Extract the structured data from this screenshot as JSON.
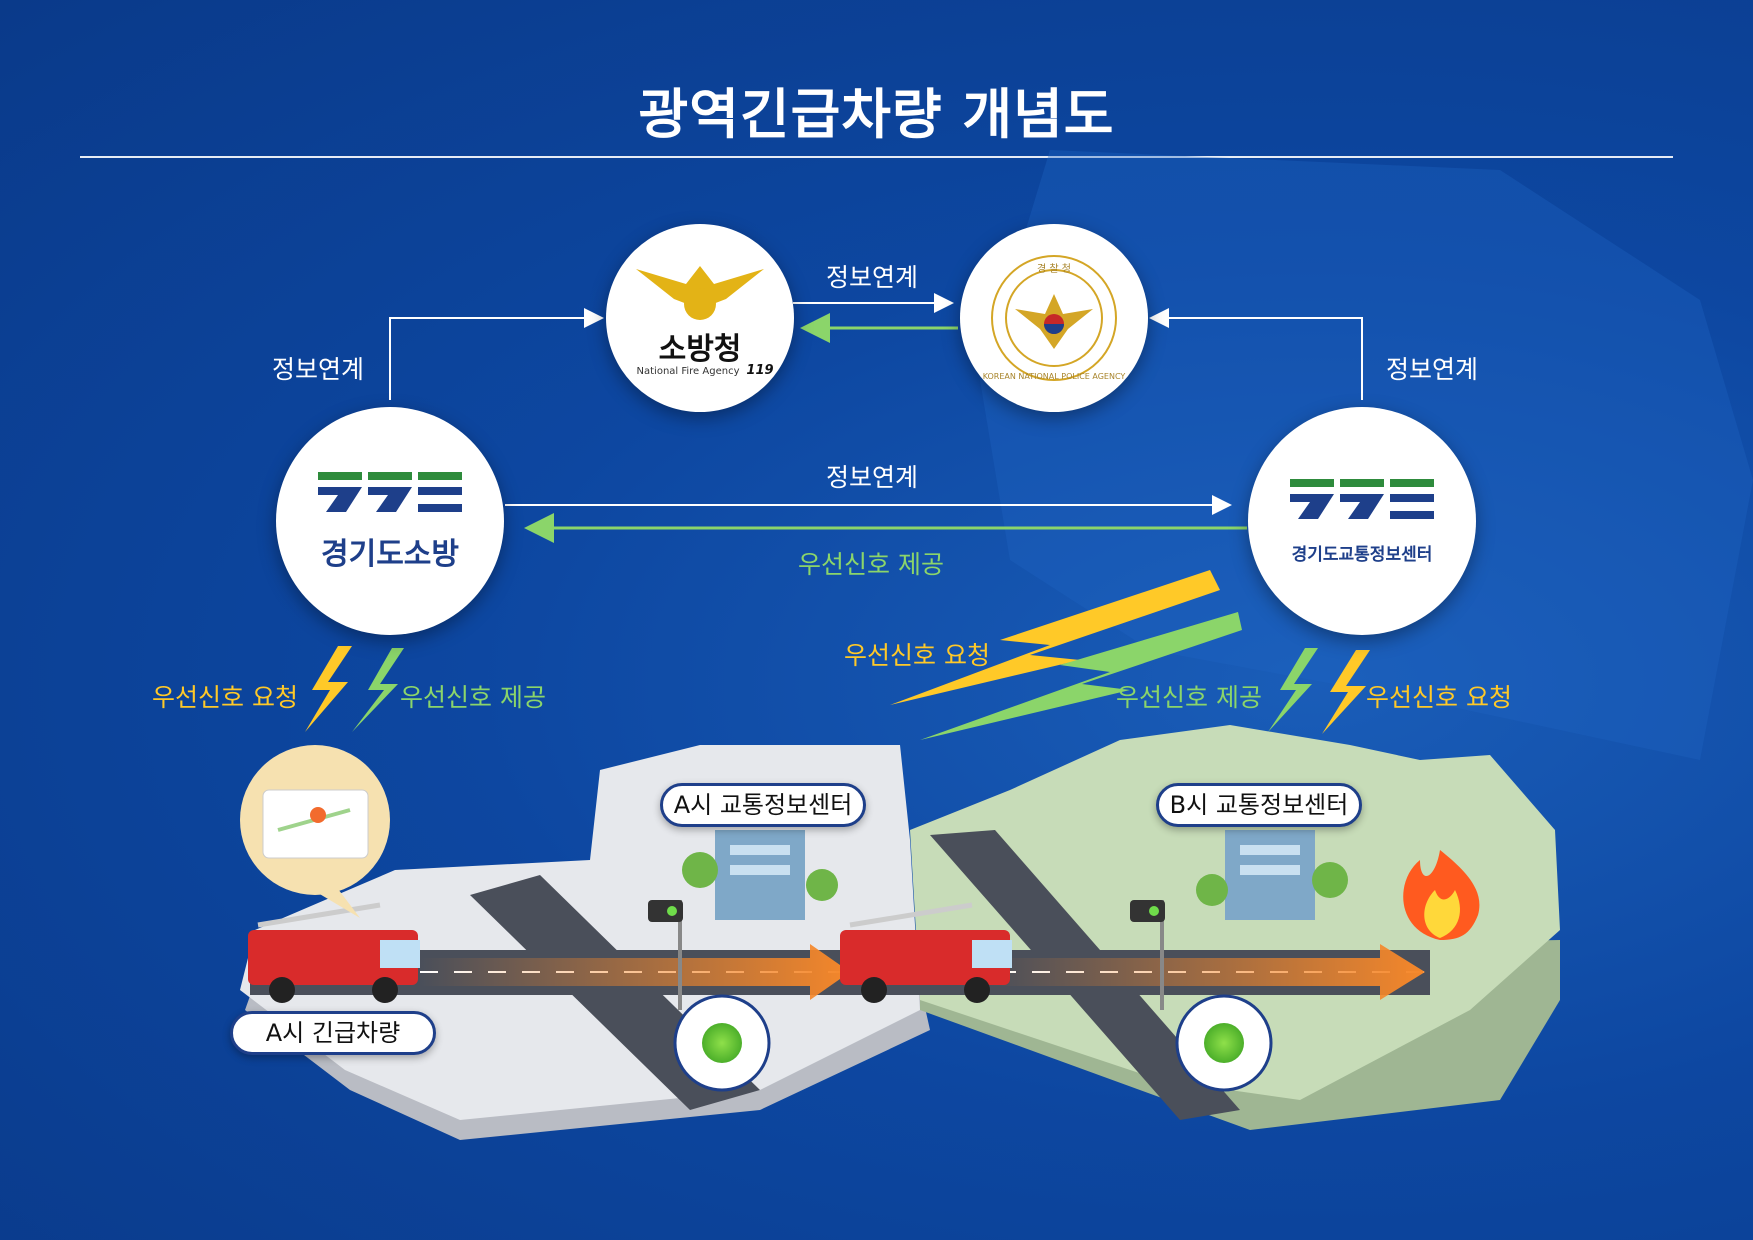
{
  "title": "광역긴급차량 개념도",
  "nodes": {
    "fire_agency": {
      "name": "소방청",
      "subtitle": "National Fire Agency",
      "mark": "119"
    },
    "police_agency": {
      "ring_text": "KOREAN NATIONAL POLICE AGENCY",
      "top_text": "경 찰 청"
    },
    "gyeonggi_fire": {
      "name": "경기도소방"
    },
    "gyeonggi_traffic": {
      "name": "경기도교통정보센터"
    }
  },
  "labels": {
    "info_link_top": "정보연계",
    "info_link_left": "정보연계",
    "info_link_right": "정보연계",
    "info_link_middle": "정보연계",
    "priority_provide_middle": "우선신호 제공",
    "left_request": "우선신호 요청",
    "left_provide": "우선신호 제공",
    "center_request": "우선신호 요청",
    "right_provide": "우선신호 제공",
    "right_request": "우선신호 요청"
  },
  "map": {
    "a_center": "A시 교통정보센터",
    "b_center": "B시 교통정보센터",
    "a_vehicle": "A시 긴급차량"
  },
  "colors": {
    "background": "#0d47a1",
    "green": "#8bd56a",
    "yellow": "#ffc928",
    "logo_blue": "#1e3f8a",
    "logo_green": "#2e8b3c",
    "map_a": "#e6e8ec",
    "map_b": "#c7dcb8",
    "arrow_orange": "#f5872a"
  }
}
